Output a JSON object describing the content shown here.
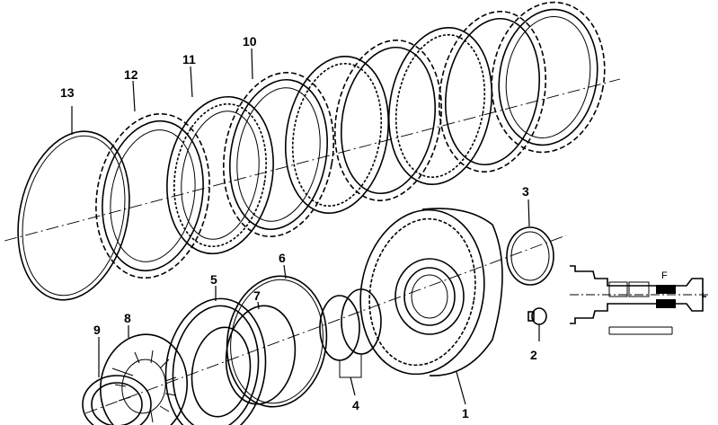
{
  "diagram": {
    "part_labels": [
      "1",
      "2",
      "3",
      "4",
      "5",
      "6",
      "7",
      "8",
      "9",
      "10",
      "11",
      "12",
      "13"
    ],
    "inset_label": "F"
  }
}
